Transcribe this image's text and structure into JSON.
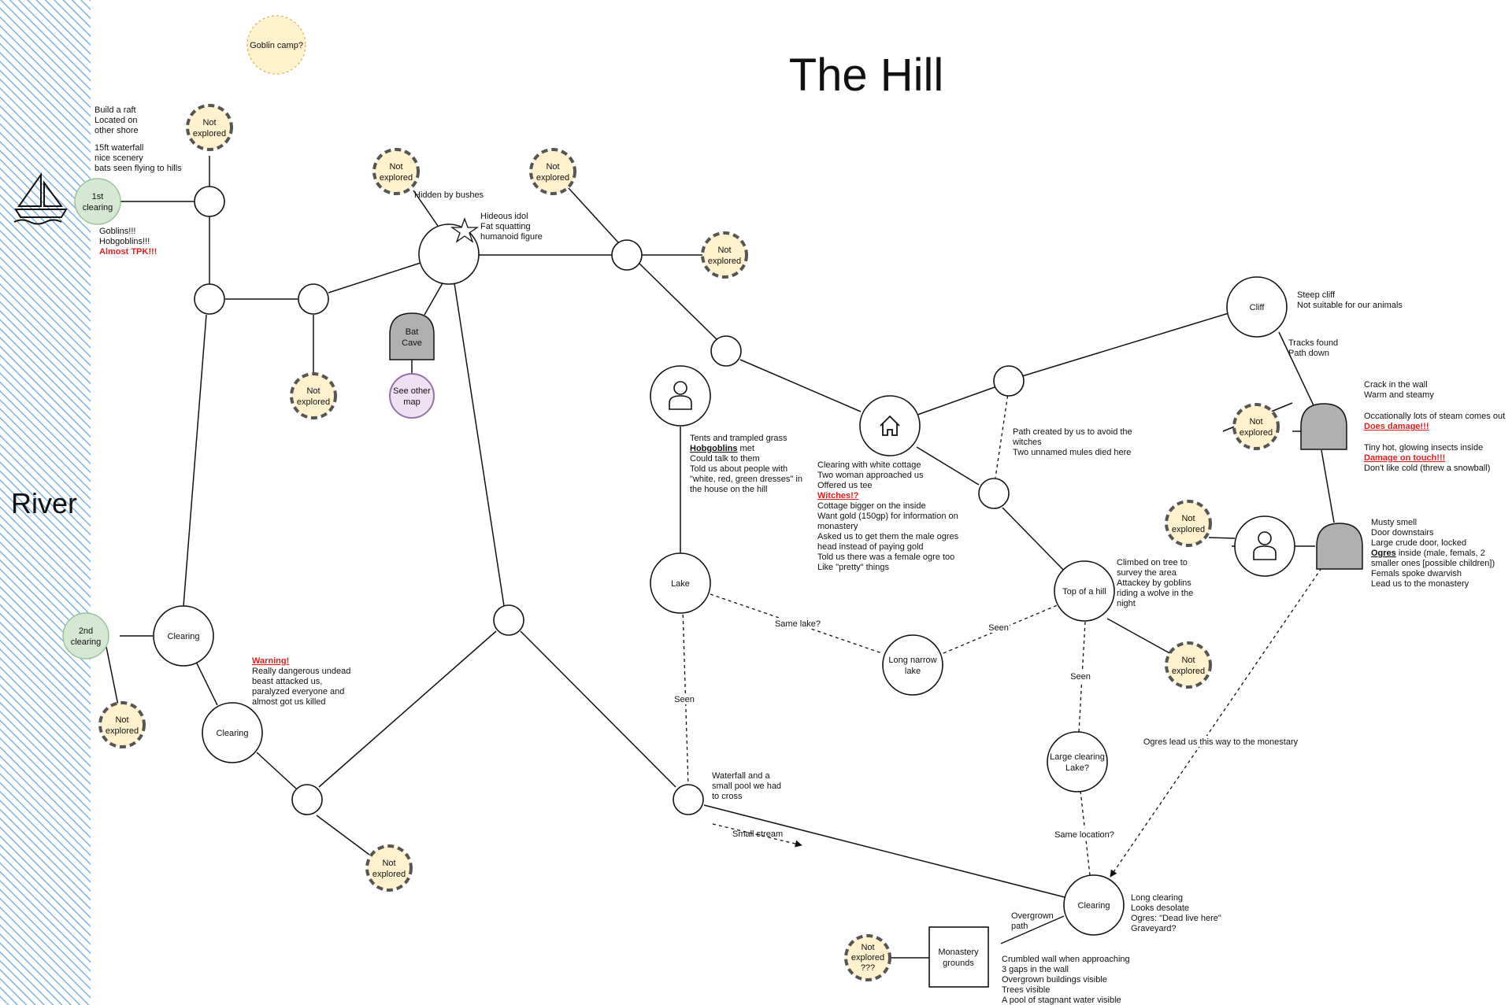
{
  "title": "The Hill",
  "river_label": "River",
  "nodes": {
    "goblin_camp": "Goblin camp?",
    "first_clearing": [
      "1st",
      "clearing"
    ],
    "second_clearing": [
      "2nd",
      "clearing"
    ],
    "not_explored": [
      "Not",
      "explored"
    ],
    "not_explored_q": [
      "Not",
      "explored",
      "???"
    ],
    "bat_cave": [
      "Bat",
      "Cave"
    ],
    "see_other_map": [
      "See other",
      "map"
    ],
    "clearing": "Clearing",
    "lake": "Lake",
    "long_narrow_lake": [
      "Long narrow",
      "lake"
    ],
    "top_of_hill": "Top of a hill",
    "large_clearing": [
      "Large clearing",
      "Lake?"
    ],
    "cliff": "Cliff",
    "monastery": [
      "Monastery",
      "grounds"
    ]
  },
  "notes": {
    "raft": [
      "Build a raft",
      "Located on",
      "other shore"
    ],
    "waterfall15": [
      "15ft waterfall",
      "nice scenery",
      "bats seen flying to hills"
    ],
    "goblins": [
      "Goblins!!!",
      "Hobgoblins!!!"
    ],
    "goblins_red": "Almost TPK!!!",
    "hidden": "Hidden by bushes",
    "idol": [
      "Hideous idol",
      "Fat squatting",
      "humanoid figure"
    ],
    "tents": "Tents and trampled grass",
    "hob_met_u": "Hobgoblins",
    "hob_met_rest": " met",
    "tents_rest": [
      "Could talk to them",
      "Told us about people with",
      "\"white, red, green dresses\" in",
      "the house on the hill"
    ],
    "cottage": [
      "Clearing with white cottage",
      "Two woman approached us",
      "Offered us tee"
    ],
    "witches_red": "Witches!?",
    "cottage_rest": [
      "Cottage bigger on the inside",
      "Want gold (150gp) for information on",
      "monastery",
      "Asked us to get them the male ogres",
      "head instead of paying gold",
      "Told us there was a female ogre too",
      "Like \"pretty\" things"
    ],
    "path_witches": [
      "Path created by us to avoid the",
      "witches",
      "Two unnamed mules died here"
    ],
    "cliff_note": [
      "Steep cliff",
      "Not suitable for our animals"
    ],
    "tracks": [
      "Tracks found",
      "Path down"
    ],
    "crack": [
      "Crack in the wall",
      "Warm and steamy"
    ],
    "steam": "Occationally lots of steam comes out",
    "damage_red": "Does damage!!!",
    "insects": "Tiny hot, glowing insects inside",
    "touch_red": "Damage on touch!!!",
    "cold": "Don't like cold (threw a snowball)",
    "musty": [
      "Musty smell",
      "Door downstairs",
      "Large crude door, locked"
    ],
    "ogres_u": "Ogres",
    "ogres_rest": " inside (male, femals, 2",
    "musty_rest": [
      "smaller ones [possible children])",
      "Femals spoke dwarvish",
      "Lead us to the monastery"
    ],
    "climbed": [
      "Climbed on tree to",
      "survey the area",
      "Attackey by goblins",
      "riding a wolve in the",
      "night"
    ],
    "warning_red": "Warning!",
    "undead": [
      "Really dangerous undead",
      "beast attacked us,",
      "paralyzed everyone and",
      "almost got us killed"
    ],
    "waterfall_pool": [
      "Waterfall and a",
      "small pool we had",
      "to cross"
    ],
    "long_clearing": [
      "Long clearing",
      "Looks desolate",
      "Ogres: \"Dead live here\"",
      "Graveyard?"
    ],
    "crumbled": [
      "Crumbled wall when approaching",
      "3 gaps in the wall",
      "Overgrown buildings visible",
      "Trees visible",
      "A pool of stagnant water visible"
    ]
  },
  "edge_labels": {
    "same_lake": "Same lake?",
    "seen": "Seen",
    "same_location": "Same location?",
    "ogres_lead": "Ogres lead us this way to the monestary",
    "small_stream": "Small stream",
    "overgrown": [
      "Overgrown",
      "path"
    ]
  },
  "colors": {
    "not_explored_fill": "#fff2cc",
    "clearing_fill": "#d5e8d4",
    "cave_fill": "#b0b0b0",
    "map_fill": "#efe0f3",
    "warning_red": "#e0201f",
    "river_blue": "#7fb3e6"
  }
}
